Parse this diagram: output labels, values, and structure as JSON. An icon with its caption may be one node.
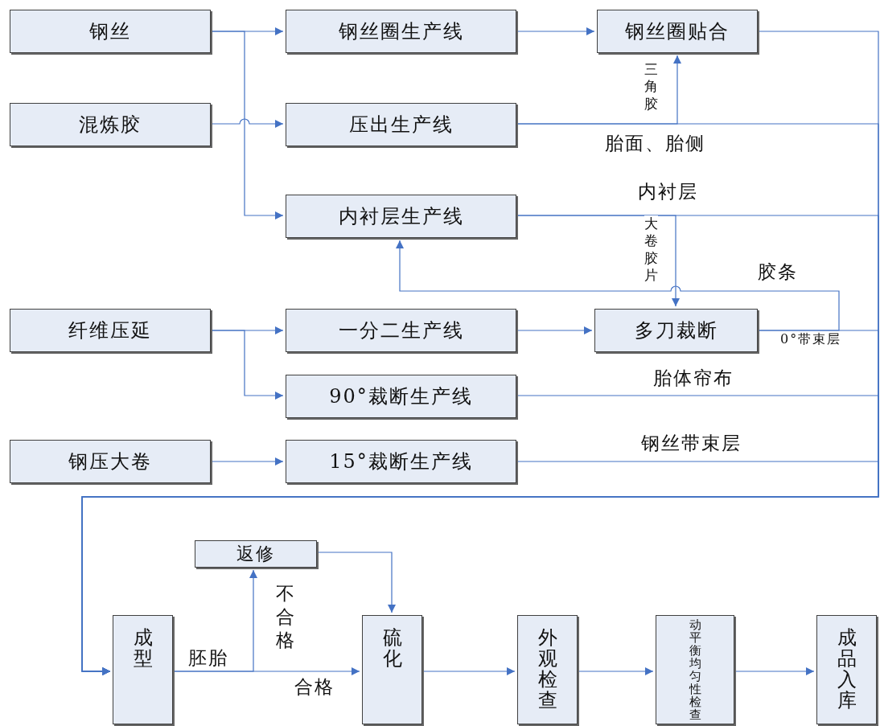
{
  "diagram": {
    "nodes": [
      {
        "text": [
          "钢丝"
        ]
      },
      {
        "text": [
          "钢丝圈生产线"
        ]
      },
      {
        "text": [
          "钢丝圈贴合"
        ]
      },
      {
        "text": [
          "混炼胶"
        ]
      },
      {
        "text": [
          "压出生产线"
        ]
      },
      {
        "text": [
          "内衬层生产线"
        ]
      },
      {
        "text": [
          "纤维压延"
        ]
      },
      {
        "text": [
          "一分二生产线"
        ]
      },
      {
        "text": [
          "多刀裁断"
        ]
      },
      {
        "text": [
          "90°裁断生产线"
        ]
      },
      {
        "text": [
          "钢压大卷"
        ]
      },
      {
        "text": [
          "15°裁断生产线"
        ]
      },
      {
        "text": [
          "返修"
        ]
      },
      {
        "text": [
          "成型"
        ]
      },
      {
        "text": [
          "硫化"
        ]
      },
      {
        "text": [
          "外观检查"
        ]
      },
      {
        "text": [
          "动平衡均匀性检查"
        ]
      },
      {
        "text": [
          "成品入库"
        ]
      }
    ],
    "edges": [
      {
        "from": 0,
        "to": 1,
        "arrow": "to"
      },
      {
        "from": 0,
        "to": 5,
        "arrow": "to"
      },
      {
        "from": 3,
        "to": 4,
        "arrow": "to"
      },
      {
        "from": 1,
        "to": 2,
        "arrow": "to"
      },
      {
        "from": 4,
        "to": 2,
        "arrow": "to",
        "label": "三角胶"
      },
      {
        "from": 5,
        "to": 8,
        "arrow": "to",
        "label": "大卷胶片"
      },
      {
        "from": 8,
        "to": 5,
        "arrow": "to",
        "label": "胶条"
      },
      {
        "from": 6,
        "to": 7,
        "arrow": "to"
      },
      {
        "from": 6,
        "to": 9,
        "arrow": "to"
      },
      {
        "from": 7,
        "to": 8,
        "arrow": "to"
      },
      {
        "from": 10,
        "to": 11,
        "arrow": "to"
      },
      {
        "from": 2,
        "to": 13,
        "arrow": "to"
      },
      {
        "from": 4,
        "to": 13,
        "arrow": "to",
        "label": "胎面、胎侧"
      },
      {
        "from": 5,
        "to": 13,
        "arrow": "to",
        "label": "内衬层"
      },
      {
        "from": 8,
        "to": 13,
        "arrow": "to",
        "label": "0°带束层"
      },
      {
        "from": 9,
        "to": 13,
        "arrow": "to",
        "label": "胎体帘布"
      },
      {
        "from": 11,
        "to": 13,
        "arrow": "to",
        "label": "钢丝带束层"
      },
      {
        "from": 13,
        "to": 12,
        "arrow": "to",
        "label": "不合格"
      },
      {
        "from": 13,
        "to": 14,
        "arrow": "to",
        "label": "合格"
      },
      {
        "from": 12,
        "to": 14,
        "arrow": "to"
      },
      {
        "from": 14,
        "to": 15,
        "arrow": "to"
      },
      {
        "from": 15,
        "to": 16,
        "arrow": "to"
      },
      {
        "from": 16,
        "to": 17,
        "arrow": "to"
      }
    ],
    "labels": [
      "胚胎"
    ]
  }
}
